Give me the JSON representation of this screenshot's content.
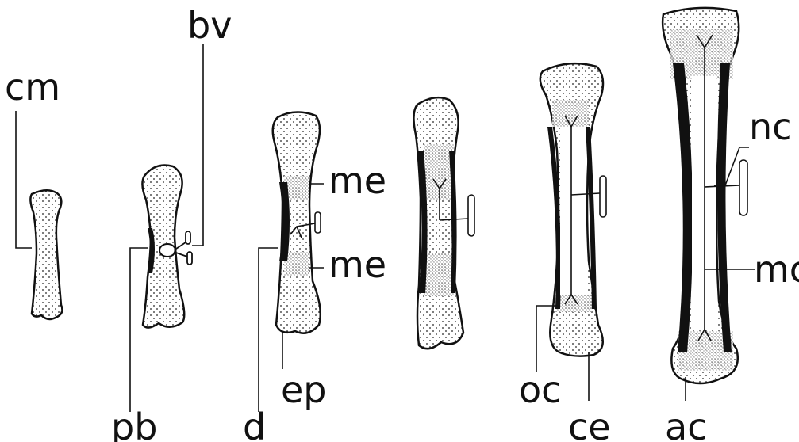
{
  "colors": {
    "ink": "#111111",
    "bone_fill": "#ffffff",
    "cortex": "#111111",
    "background": "#ffffff"
  },
  "labels": {
    "cm": "cm",
    "bv": "bv",
    "pb": "pb",
    "d": "d",
    "me_top": "me",
    "me_bottom": "me",
    "ep": "ep",
    "oc": "oc",
    "ce": "ce",
    "ac": "ac",
    "nc": "nc",
    "mc": "mc"
  }
}
